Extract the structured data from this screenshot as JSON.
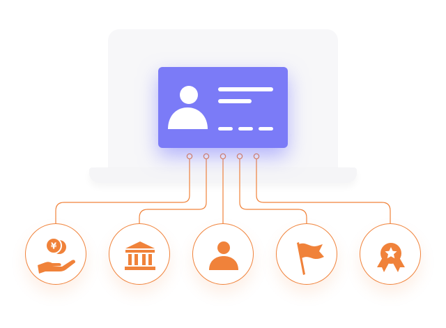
{
  "colors": {
    "card": "#7b7bf7",
    "card_line": "#ffffff",
    "accent": "#f0823a",
    "laptop": "#f7f7f9"
  },
  "card": {
    "icon": "user-silhouette-icon",
    "text_lines": 2,
    "dashes": 3
  },
  "services": [
    {
      "id": "finance",
      "icon": "hand-with-yen-coins-icon",
      "symbol": "¥"
    },
    {
      "id": "bank",
      "icon": "bank-building-icon"
    },
    {
      "id": "person",
      "icon": "person-icon"
    },
    {
      "id": "flag",
      "icon": "flag-icon"
    },
    {
      "id": "badge",
      "icon": "award-badge-icon"
    }
  ]
}
